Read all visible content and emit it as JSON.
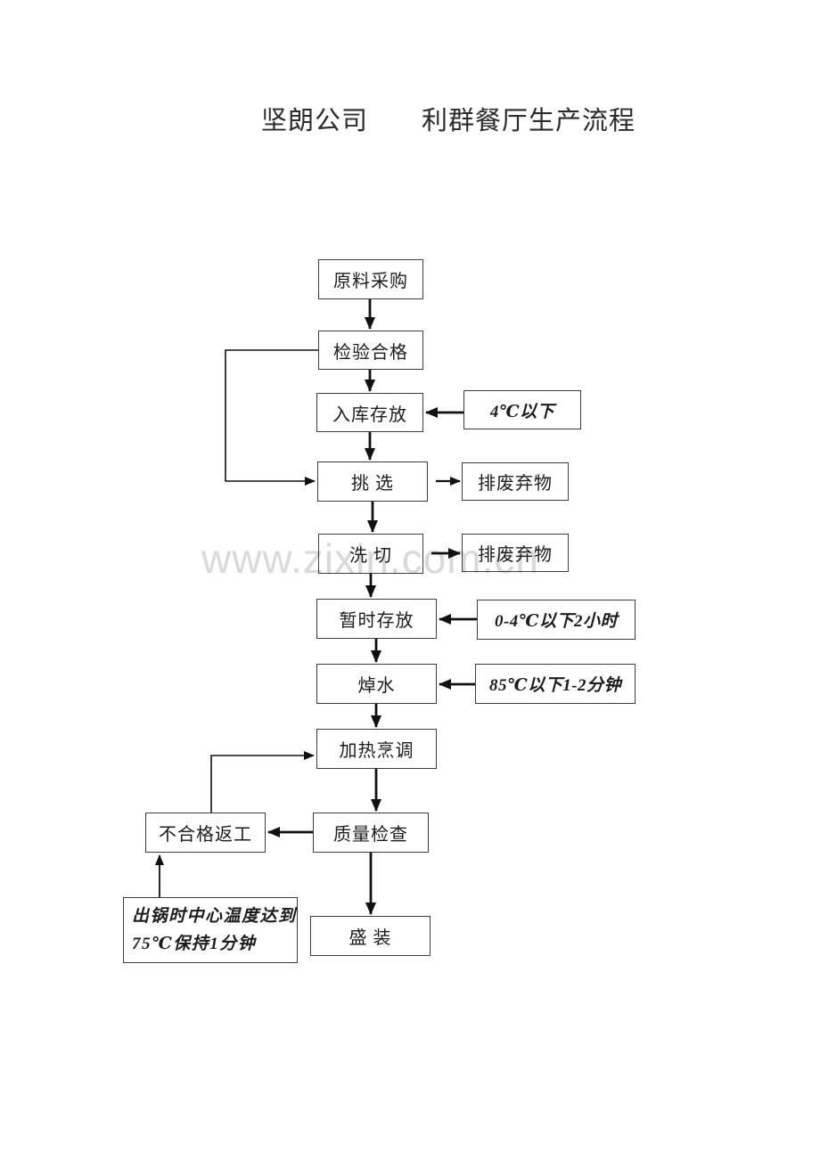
{
  "page": {
    "title": "坚朗公司　　利群餐厅生产流程",
    "watermark": "www.zixin.com.cn",
    "background_color": "#ffffff",
    "line_color": "#111111",
    "box_border_color": "#3d3d3d",
    "watermark_color": "#d9d9d9"
  },
  "flowchart": {
    "boxes": {
      "purchase": {
        "label": "原料采购"
      },
      "inspection": {
        "label": "检验合格"
      },
      "storage": {
        "label": "入库存放"
      },
      "selection": {
        "label": "挑 选"
      },
      "wash_cut": {
        "label": "洗 切"
      },
      "temp_storage": {
        "label": "暂时存放"
      },
      "blanching": {
        "label": "焯水"
      },
      "cooking": {
        "label": "加热烹调"
      },
      "quality_check": {
        "label": "质量检查"
      },
      "plating": {
        "label": "盛 装"
      },
      "waste_selection": {
        "label": "排废弃物"
      },
      "waste_wash": {
        "label": "排废弃物"
      },
      "rework": {
        "label": "不合格返工"
      },
      "cond_storage": {
        "label": "4℃以下"
      },
      "cond_temp_storage": {
        "label": "0-4℃以下2小时"
      },
      "cond_blanching": {
        "label": "85℃以下1-2分钟"
      },
      "cond_plating": {
        "line1": "出锅时中心温度达到",
        "line2": "75℃保持1分钟"
      }
    }
  }
}
